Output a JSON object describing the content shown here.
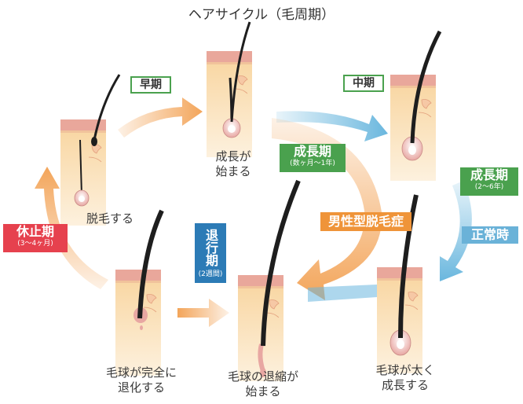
{
  "title": "ヘアサイクル（毛周期）",
  "phases": {
    "early": "早期",
    "middle": "中期",
    "growth1": {
      "label": "成長期",
      "duration": "(数ヶ月〜1年)"
    },
    "growth2": {
      "label": "成長期",
      "duration": "(2〜6年)"
    },
    "normal": "正常時",
    "male_pattern": "男性型脱毛症",
    "catagen": {
      "label": "退行期",
      "duration": "(2週間)"
    },
    "telogen": {
      "label": "休止期",
      "duration": "(3〜4ヶ月)"
    }
  },
  "stages": {
    "growth_start": [
      "成長が",
      "始まる"
    ],
    "shedding": [
      "脱毛する"
    ],
    "bulb_grows": [
      "毛球が太く",
      "成長する"
    ],
    "bulb_shrinks": [
      "毛球の退縮が",
      "始まる"
    ],
    "bulb_regressed": [
      "毛球が完全に",
      "退化する"
    ]
  },
  "colors": {
    "orange_arrow": "#f3a55a",
    "blue_arrow": "#6ab7de",
    "green": "#4aa14e",
    "red": "#e6414e",
    "navy": "#2c7bb6",
    "skin": "#fbe3bd",
    "skin_top": "#e9a79b",
    "hair": "#1e1e1e"
  }
}
